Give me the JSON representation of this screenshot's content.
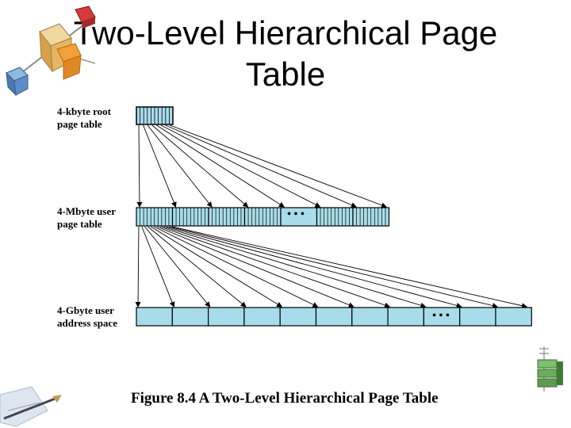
{
  "slide": {
    "title_line1": "Two-Level Hierarchical Page",
    "title_line2": "Table"
  },
  "labels": {
    "root_line1": "4-kbyte root",
    "root_line2": "page table",
    "user_line1": "4-Mbyte user",
    "user_line2": "page table",
    "addr_line1": "4-Gbyte user",
    "addr_line2": "address space"
  },
  "ellipsis": "• • •",
  "caption": "Figure 8.4  A Two-Level Hierarchical Page Table",
  "colors": {
    "box_fill": "#a8dceb",
    "stroke": "#000000"
  },
  "icons": {
    "top_left": "stacked-cubes-icon",
    "right": "stacked-blocks-icon",
    "bottom_left": "pencil-sketch-icon"
  }
}
